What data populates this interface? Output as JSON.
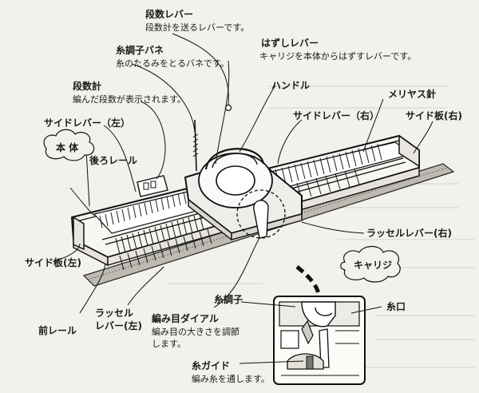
{
  "labels": {
    "dansu_lever": "段数レバー",
    "dansu_lever_desc": "段数計を送るレバーです。",
    "hazushi_lever": "はずしレバー",
    "hazushi_lever_desc": "キャリジを本体からはずすレバーです。",
    "itochoshi_bane": "糸調子バネ",
    "itochoshi_bane_desc": "糸のたるみをとるバネです。",
    "dansukei": "段数計",
    "dansukei_desc": "編んだ段数が表示されます。",
    "handle": "ハンドル",
    "meriyasu_bari": "メリヤス針",
    "side_lever_left": "サイドレバー（左）",
    "side_lever_right": "サイドレバー（右）",
    "side_plate_right": "サイド板(右)",
    "side_plate_left": "サイド板(左)",
    "hontai": "本 体",
    "ushiro_rail": "後ろレール",
    "russell_lever_right": "ラッセルレバー(右)",
    "carriage": "キャリジ",
    "itochoshi": "糸調子",
    "itoguchi": "糸口",
    "amime_dial": "編み目ダイアル",
    "amime_dial_desc1": "編み目の大きさを調節",
    "amime_dial_desc2": "します。",
    "russell_lever_left1": "ラッセル",
    "russell_lever_left2": "レバー(左)",
    "mae_rail": "前レール",
    "ito_guide": "糸ガイド",
    "ito_guide_desc": "編み糸を通します。"
  }
}
